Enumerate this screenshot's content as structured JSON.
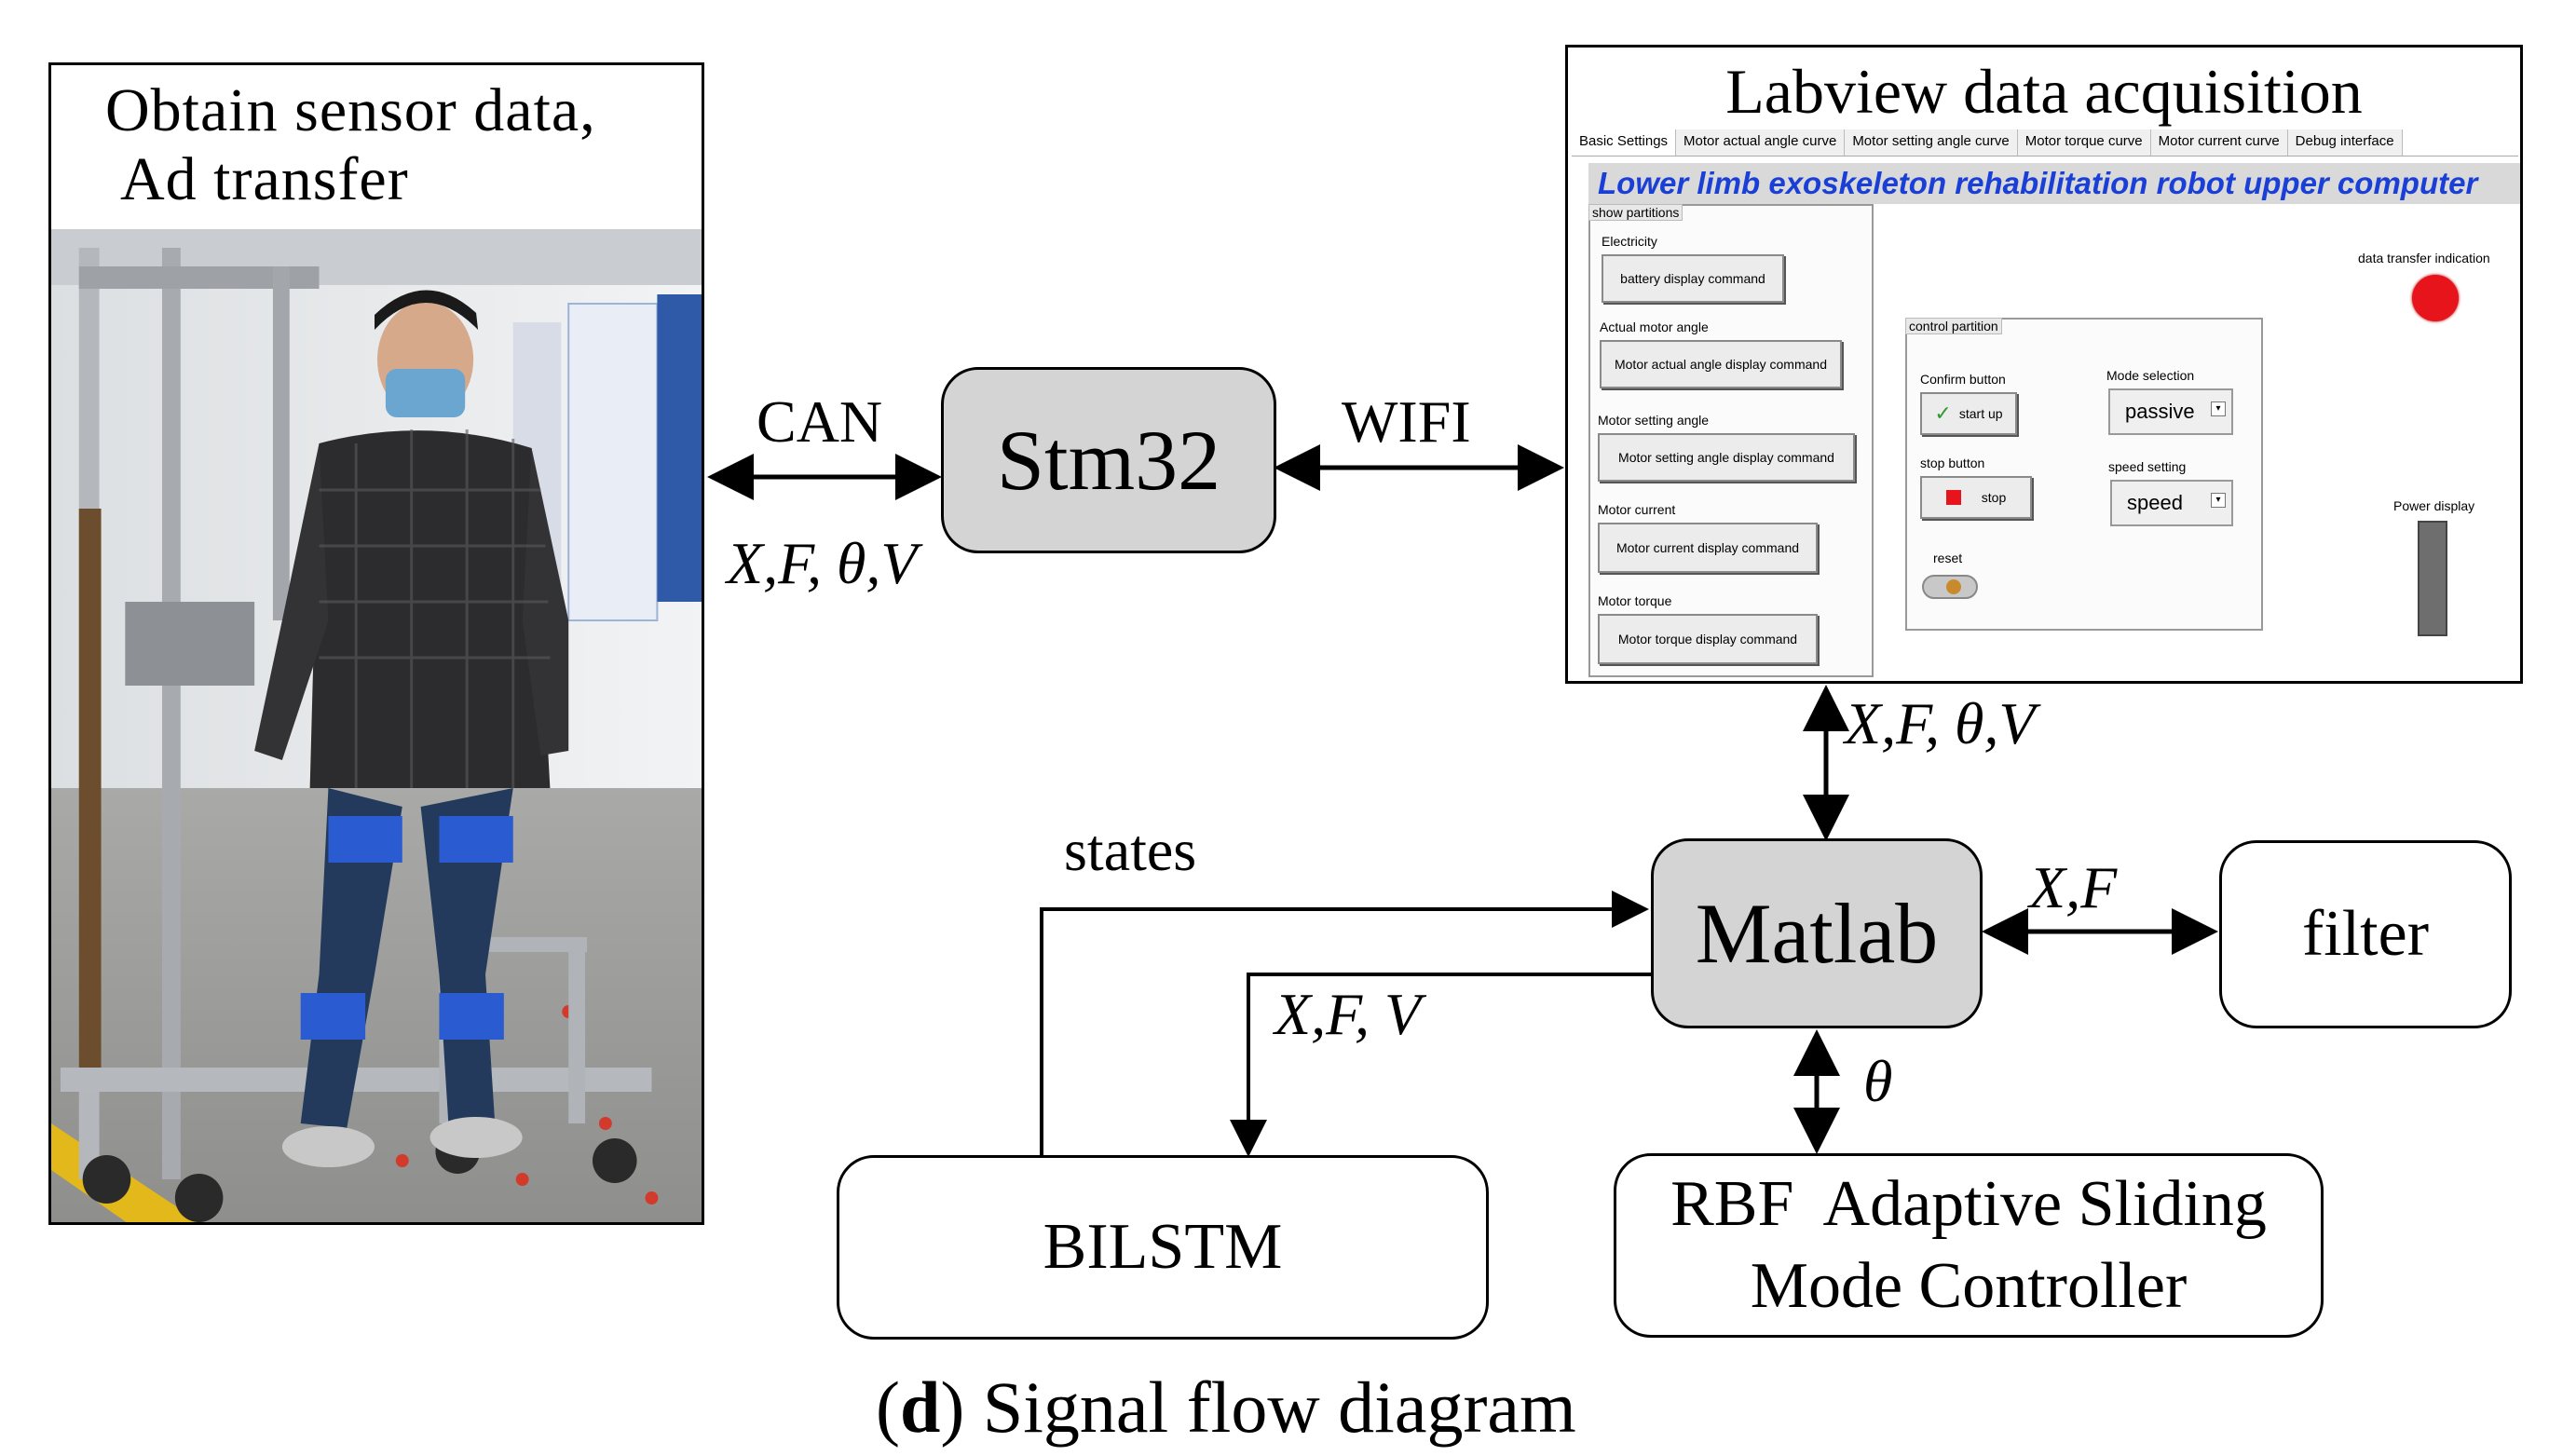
{
  "photo": {
    "caption_line1": "Obtain sensor data,",
    "caption_line2": "Ad transfer"
  },
  "nodes": {
    "stm32": "Stm32",
    "matlab": "Matlab",
    "filter": "filter",
    "bilstm": "BILSTM",
    "rbf_line1": "RBF  Adaptive Sliding",
    "rbf_line2": "Mode Controller"
  },
  "edges": {
    "can": "CAN",
    "can_signals": "X,F, θ,V",
    "wifi": "WIFI",
    "labview_matlab": "X,F, θ,V",
    "states": "states",
    "matlab_bilstm": "X,F, V",
    "matlab_filter": "X,F",
    "matlab_rbf": "θ"
  },
  "labview": {
    "title": "Labview data acquisition",
    "tabs": [
      "Basic Settings",
      "Motor actual angle curve",
      "Motor setting angle curve",
      "Motor torque curve",
      "Motor current curve",
      "Debug interface"
    ],
    "heading": "Lower limb exoskeleton rehabilitation robot  upper computer",
    "show_partitions": "show partitions",
    "electricity": "Electricity",
    "battery_cmd": "battery display command",
    "actual_angle": "Actual motor angle",
    "actual_angle_cmd": "Motor actual angle display command",
    "setting_angle": "Motor setting angle",
    "setting_angle_cmd": "Motor setting angle display command",
    "current": "Motor current",
    "current_cmd": "Motor current display command",
    "torque": "Motor torque",
    "torque_cmd": "Motor torque display command",
    "control_partition": "control partition",
    "confirm_button": "Confirm button",
    "start_up": "start up",
    "mode_selection": "Mode selection",
    "mode_value": "passive",
    "stop_button": "stop button",
    "stop": "stop",
    "speed_setting": "speed setting",
    "speed_value": "speed",
    "reset": "reset",
    "data_transfer": "data transfer indication",
    "power_display": "Power display",
    "indicator_color": "#e8141b"
  },
  "figure_caption": {
    "letter": "d",
    "text": ") Signal flow diagram"
  }
}
